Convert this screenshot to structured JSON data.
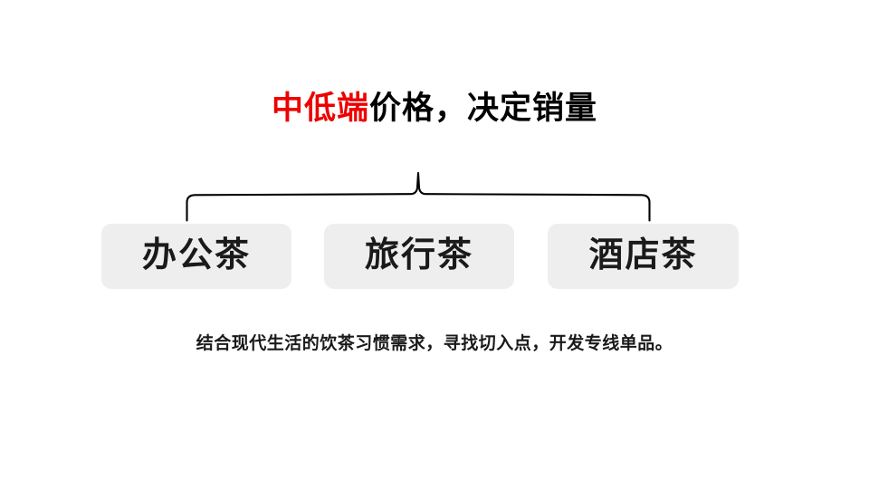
{
  "slide": {
    "background_color": "#ffffff",
    "title": {
      "highlight_text": "中低端",
      "rest_text": "价格，决定销量",
      "highlight_color": "#ee0000",
      "base_color": "#000000"
    },
    "brace": {
      "icon": "curly-brace-down-icon",
      "color": "#000000"
    },
    "boxes": [
      {
        "label": "办公茶",
        "fill_color": "#eeeeee",
        "text_color": "#1a1a1a"
      },
      {
        "label": "旅行茶",
        "fill_color": "#eeeeee",
        "text_color": "#1a1a1a"
      },
      {
        "label": "酒店茶",
        "fill_color": "#eeeeee",
        "text_color": "#1a1a1a"
      }
    ],
    "caption": "结合现代生活的饮茶习惯需求，寻找切入点，开发专线单品。"
  }
}
